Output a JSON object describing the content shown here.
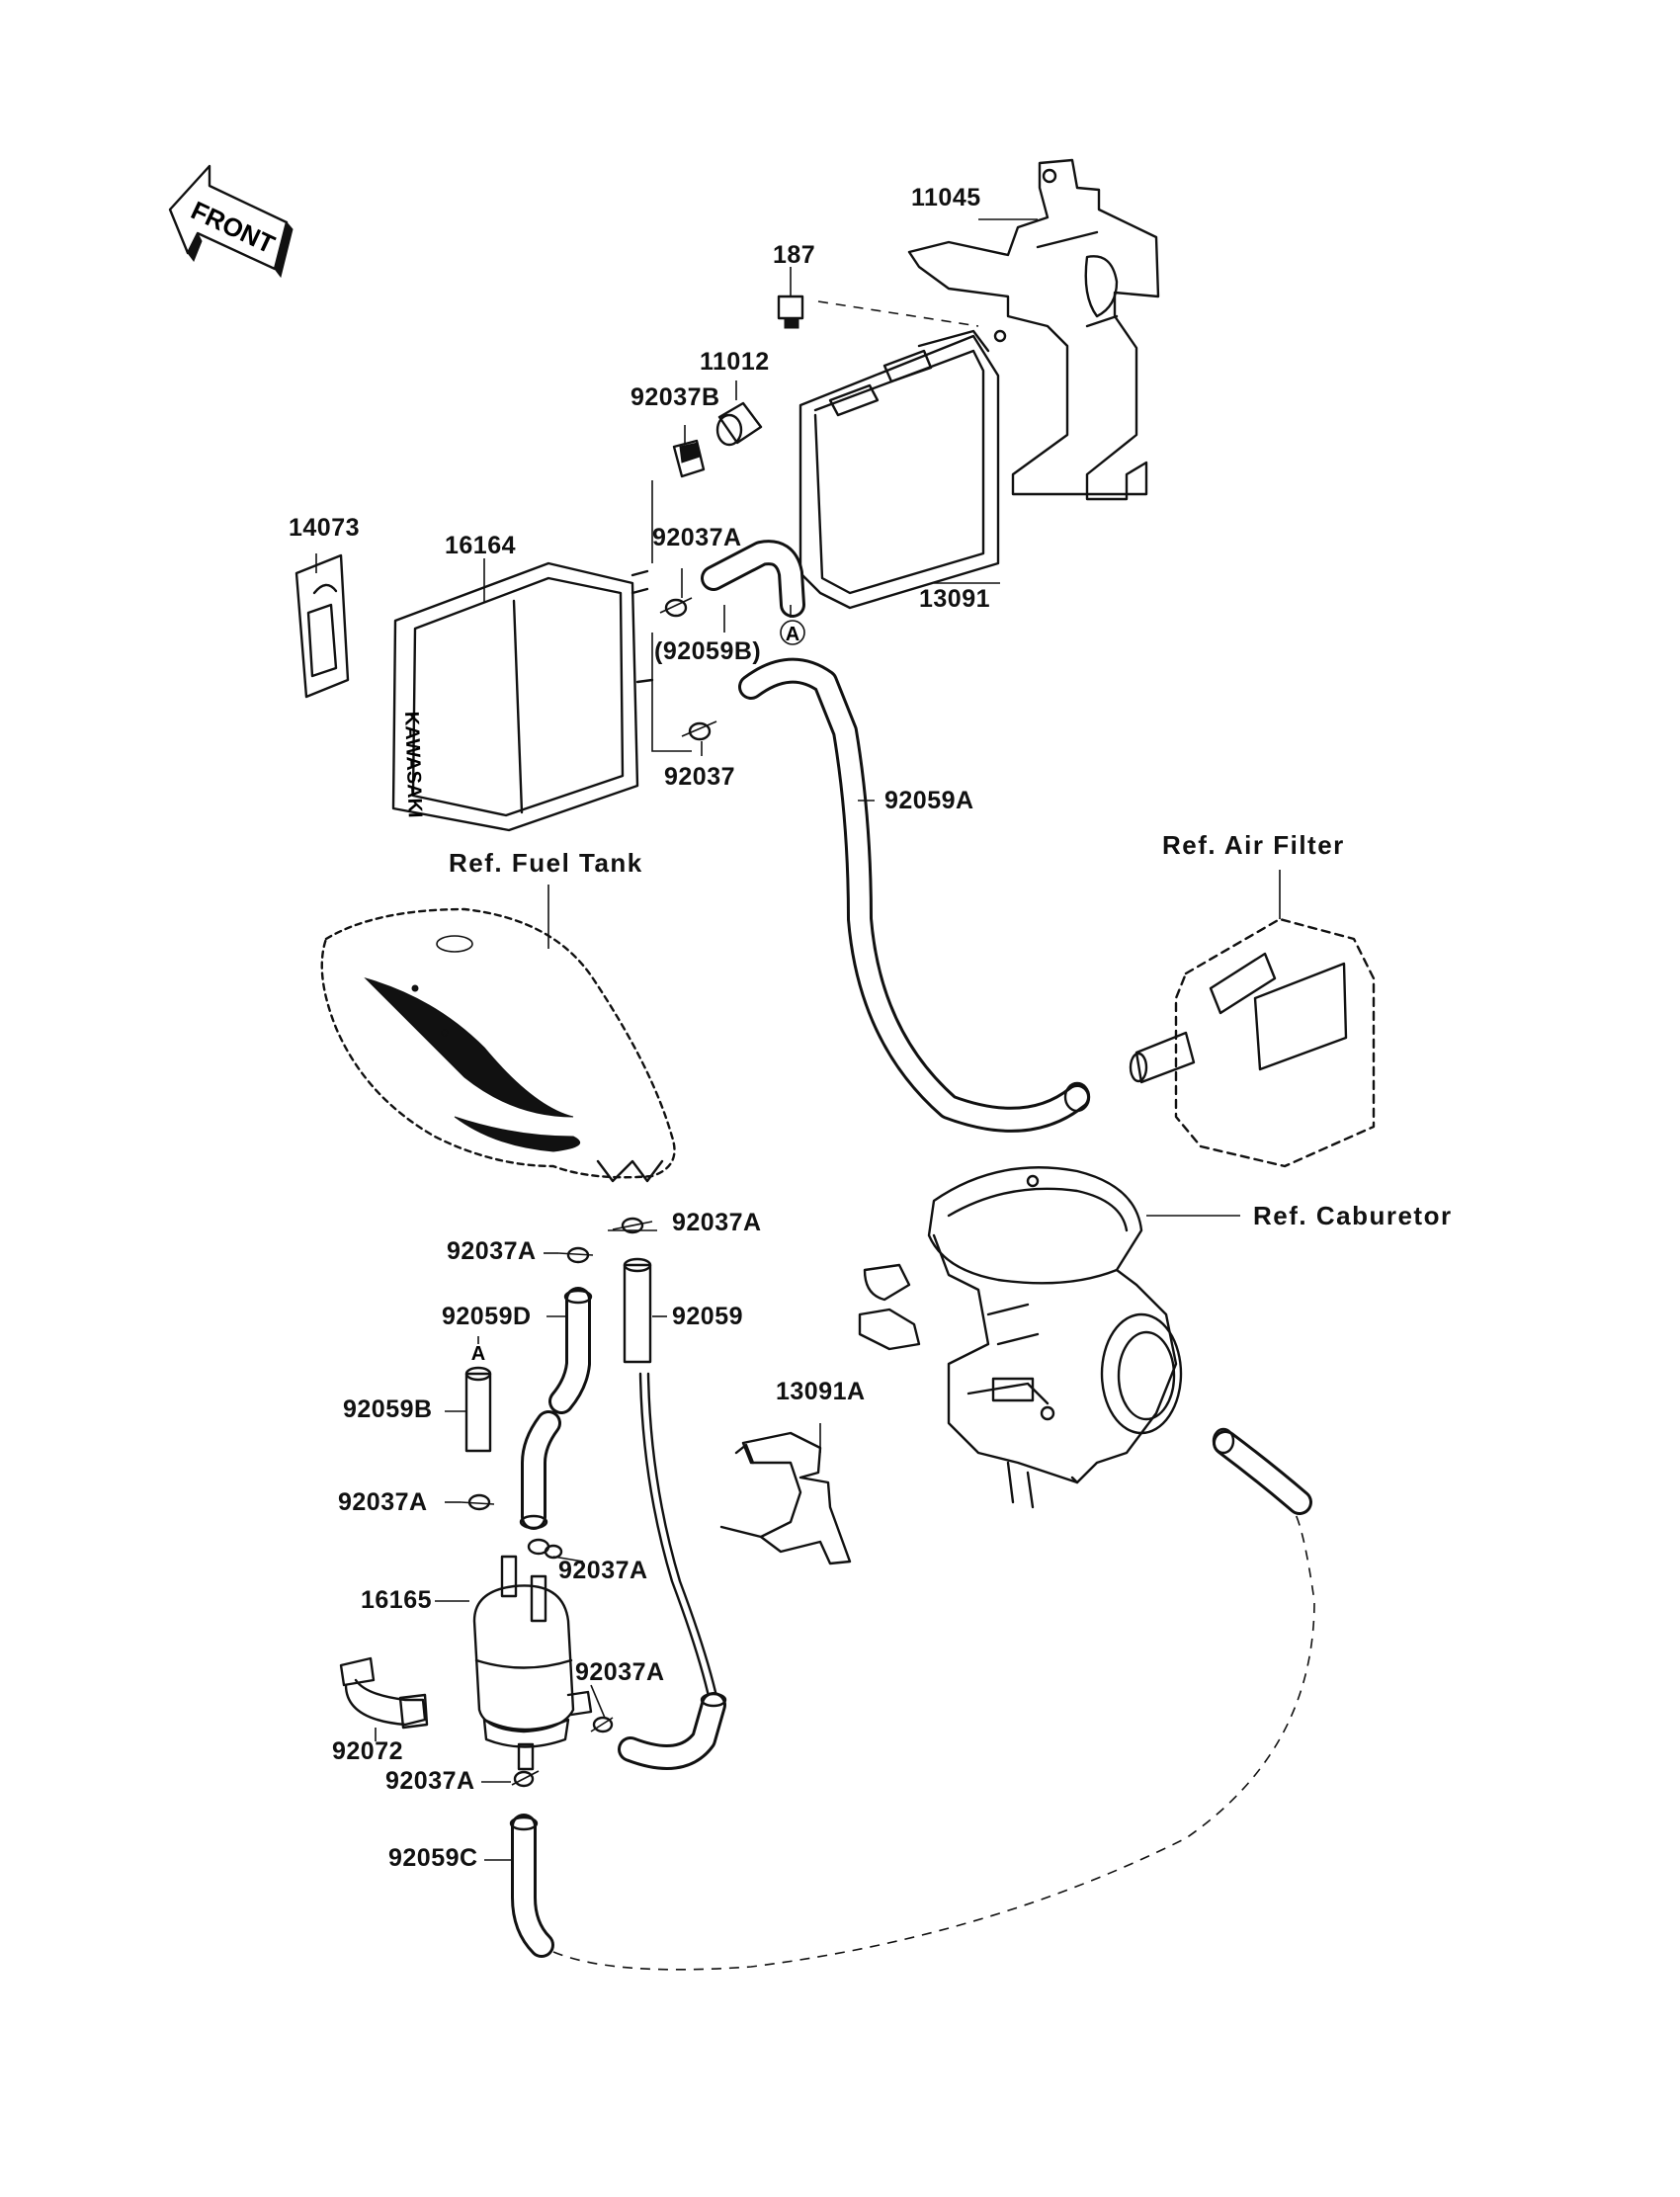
{
  "front_arrow": {
    "label": "FRONT"
  },
  "parts": {
    "p11045": "11045",
    "p187": "187",
    "p11012": "11012",
    "p92037B": "92037B",
    "p14073": "14073",
    "p16164": "16164",
    "p92037A_top": "92037A",
    "p92059B_paren": "(92059B)",
    "p13091": "13091",
    "p92037": "92037",
    "p92059A": "92059A",
    "p92037A_2": "92037A",
    "p92037A_3": "92037A",
    "p92059D": "92059D",
    "p92059": "92059",
    "p92059B": "92059B",
    "p13091A": "13091A",
    "p92037A_4": "92037A",
    "p92037A_5": "92037A",
    "p16165": "16165",
    "p92037A_6": "92037A",
    "p92072": "92072",
    "p92037A_7": "92037A",
    "p92059C": "92059C"
  },
  "refs": {
    "fuel_tank": "Ref. Fuel Tank",
    "air_filter": "Ref. Air Filter",
    "carburetor": "Ref. Caburetor"
  },
  "markers": {
    "a_top": "A",
    "a_mid": "A"
  },
  "canister_text": "KAWASAKI",
  "colors": {
    "ink": "#111111",
    "paper": "#ffffff"
  }
}
